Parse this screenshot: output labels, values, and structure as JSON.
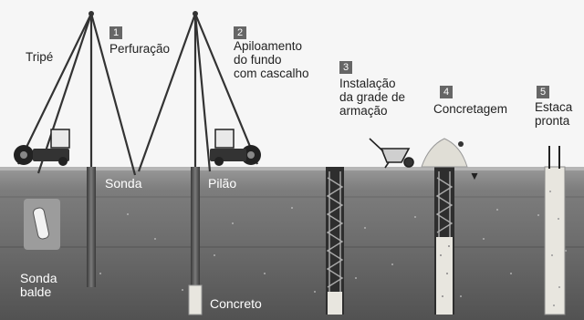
{
  "colors": {
    "sky": "#f4f4f4",
    "soil_top": "#8a8a8a",
    "soil_mid": "#6e6e6e",
    "soil_deep": "#5a5a5a",
    "concrete": "#e8e6df",
    "label_box": "#666666"
  },
  "steps": [
    {
      "number": "1",
      "title": "Perfuração"
    },
    {
      "number": "2",
      "title": "Apiloamento\ndo fundo\ncom cascalho"
    },
    {
      "number": "3",
      "title": "Instalação\nda grade de\narmação"
    },
    {
      "number": "4",
      "title": "Concretagem"
    },
    {
      "number": "5",
      "title": "Estaca\npronta"
    }
  ],
  "labels": {
    "tripe": "Tripé",
    "sonda": "Sonda",
    "pilao": "Pilão",
    "sonda_balde": "Sonda\nbalde",
    "concreto": "Concreto"
  }
}
